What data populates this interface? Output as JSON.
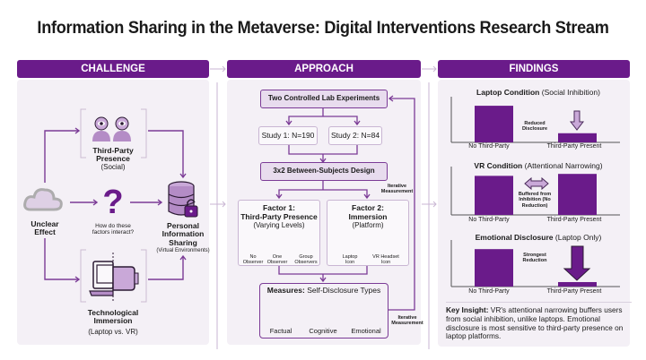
{
  "title": "Information Sharing in the Metaverse: Digital Interventions Research Stream",
  "colors": {
    "accent": "#6a1b8a",
    "panel": "#f4f0f6",
    "light_accent": "#c9a8d8"
  },
  "challenge": {
    "header": "CHALLENGE",
    "third_party": {
      "title": "Third-Party Presence",
      "sub": "(Social)",
      "icon": "two-people-watching-icon"
    },
    "unclear": {
      "title": "Unclear Effect",
      "icon": "cloud-icon"
    },
    "question": {
      "text": "How do these factors interact?",
      "icon": "question-mark-icon"
    },
    "sharing": {
      "title": "Personal Information Sharing",
      "sub": "(Virtual Environments)",
      "icon": "database-lock-icon"
    },
    "immersion": {
      "title": "Technological Immersion",
      "sub": "(Laptop vs. VR)",
      "icon": "laptop-vr-headset-icon"
    }
  },
  "approach": {
    "header": "APPROACH",
    "experiments": "Two Controlled Lab Experiments",
    "study1": "Study 1: N=190",
    "study2": "Study 2: N=84",
    "design": "3x2 Between-Subjects Design",
    "iterative_top": "Iterative Measurement",
    "iterative_bottom": "Iterative Measurement",
    "factor1": {
      "title": "Factor 1:",
      "name": "Third-Party Presence",
      "sub": "(Varying Levels)",
      "levels": [
        "No Observer",
        "One Observer",
        "Group Observers"
      ]
    },
    "factor2": {
      "title": "Factor 2:",
      "name": "Immersion",
      "sub": "(Platform)",
      "levels": [
        "Laptop Icon",
        "VR Headset Icon"
      ]
    },
    "measures": {
      "title_bold": "Measures:",
      "title_rest": "Self-Disclosure Types",
      "types": [
        "Factual",
        "Cognitive",
        "Emotional"
      ]
    }
  },
  "findings": {
    "header": "FINDINGS",
    "key_insight_label": "Key Insight:",
    "key_insight_text": "VR's attentional narrowing buffers users from social inhibition, unlike laptops. Emotional disclosure is most sensitive to third-party presence on laptop platforms."
  },
  "chart_data": [
    {
      "type": "bar",
      "title": "Laptop Condition",
      "subtitle": "(Social Inhibition)",
      "categories": [
        "No Third-Party",
        "Third-Party Present"
      ],
      "values": [
        1.0,
        0.25
      ],
      "annotation": "Reduced Disclosure",
      "ylim": [
        0,
        1.1
      ]
    },
    {
      "type": "bar",
      "title": "VR Condition",
      "subtitle": "(Attentional Narrowing)",
      "categories": [
        "No Third-Party",
        "Third-Party Present"
      ],
      "values": [
        1.0,
        1.05
      ],
      "annotation": "Buffered from Inhibition (No Reduction)",
      "ylim": [
        0,
        1.1
      ]
    },
    {
      "type": "bar",
      "title": "Emotional Disclosure",
      "subtitle": "(Laptop Only)",
      "categories": [
        "No Third-Party",
        "Third-Party Present"
      ],
      "values": [
        1.0,
        0.12
      ],
      "annotation": "Strongest Reduction",
      "ylim": [
        0,
        1.1
      ]
    }
  ]
}
